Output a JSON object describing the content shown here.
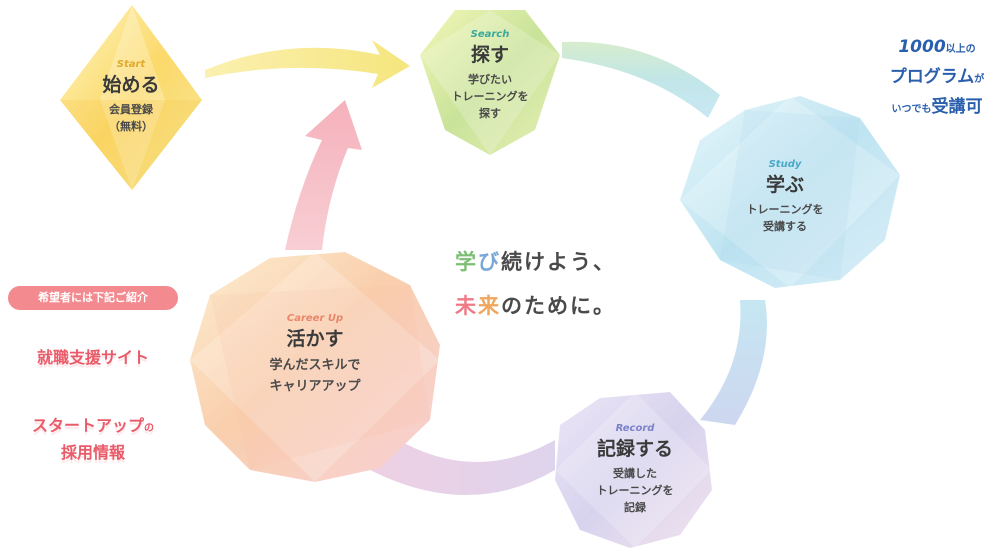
{
  "center": {
    "chars1": [
      "学",
      "び",
      "続けよう、"
    ],
    "chars2": [
      "未",
      "来",
      "のために。"
    ]
  },
  "steps": {
    "start": {
      "en": "Start",
      "title": "始める",
      "desc": "会員登録\n（無料）"
    },
    "search": {
      "en": "Search",
      "title": "探す",
      "desc": "学びたい\nトレーニングを\n探す"
    },
    "study": {
      "en": "Study",
      "title": "学ぶ",
      "desc": "トレーニングを\n受講する"
    },
    "record": {
      "en": "Record",
      "title": "記録する",
      "desc": "受講した\nトレーニングを\n記録"
    },
    "career": {
      "en": "Career Up",
      "title": "活かす",
      "desc": "学んだスキルで\nキャリアアップ"
    }
  },
  "promo": {
    "num": "1000",
    "suffix1": "以上の",
    "prog": "プログラム",
    "suffix2": "が",
    "anytime": "いつでも",
    "accept": "受講可"
  },
  "left_panel": {
    "badge": "希望者には下記ご紹介",
    "link1": "就職支援サイト",
    "link2a": "スタートアップ",
    "link2b": "の",
    "link2c": "採用情報"
  },
  "colors": {
    "start": "#f5c342",
    "search": "#3aa89a",
    "study": "#4aa8c8",
    "record": "#7a82c8",
    "career": "#e8876a"
  }
}
